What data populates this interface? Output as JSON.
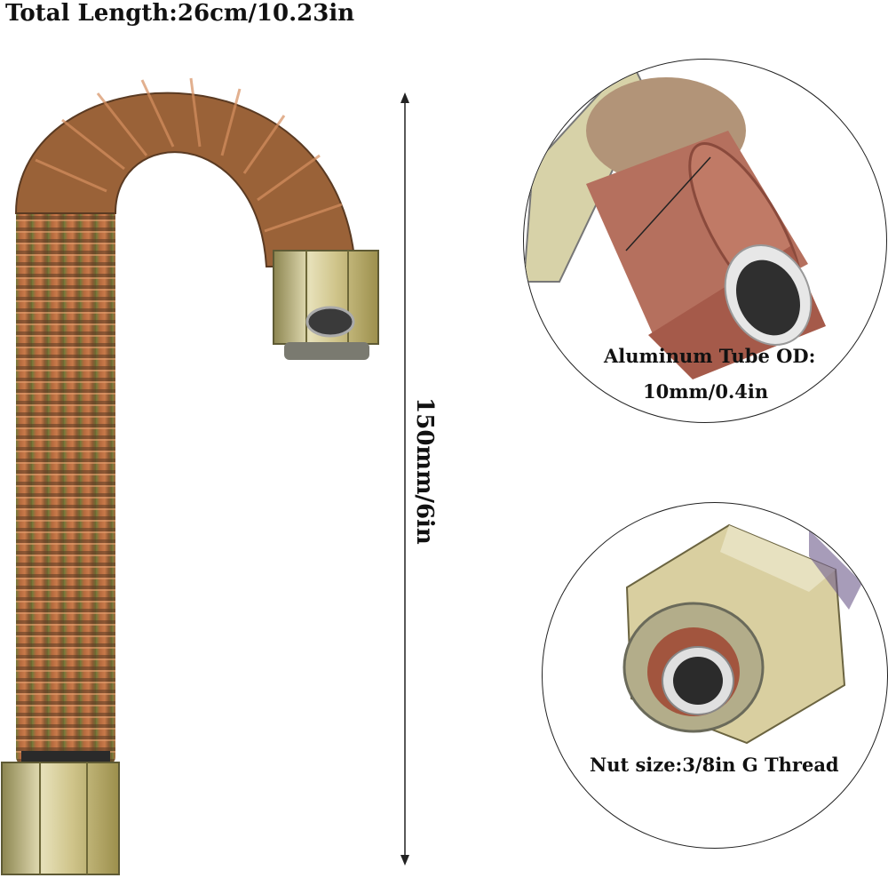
{
  "title": "Total Length:26cm/10.23in",
  "height_label": "150mm/6in",
  "detail_top": {
    "label_line1": "Aluminum Tube OD:",
    "label_line2": "10mm/0.4in"
  },
  "detail_bottom": {
    "label": "Nut size:3/8in G Thread"
  },
  "colors": {
    "copper": "#b0603a",
    "brass": "#b9a24a",
    "nut": "#c8bf88",
    "tube": "#a85e4c"
  }
}
